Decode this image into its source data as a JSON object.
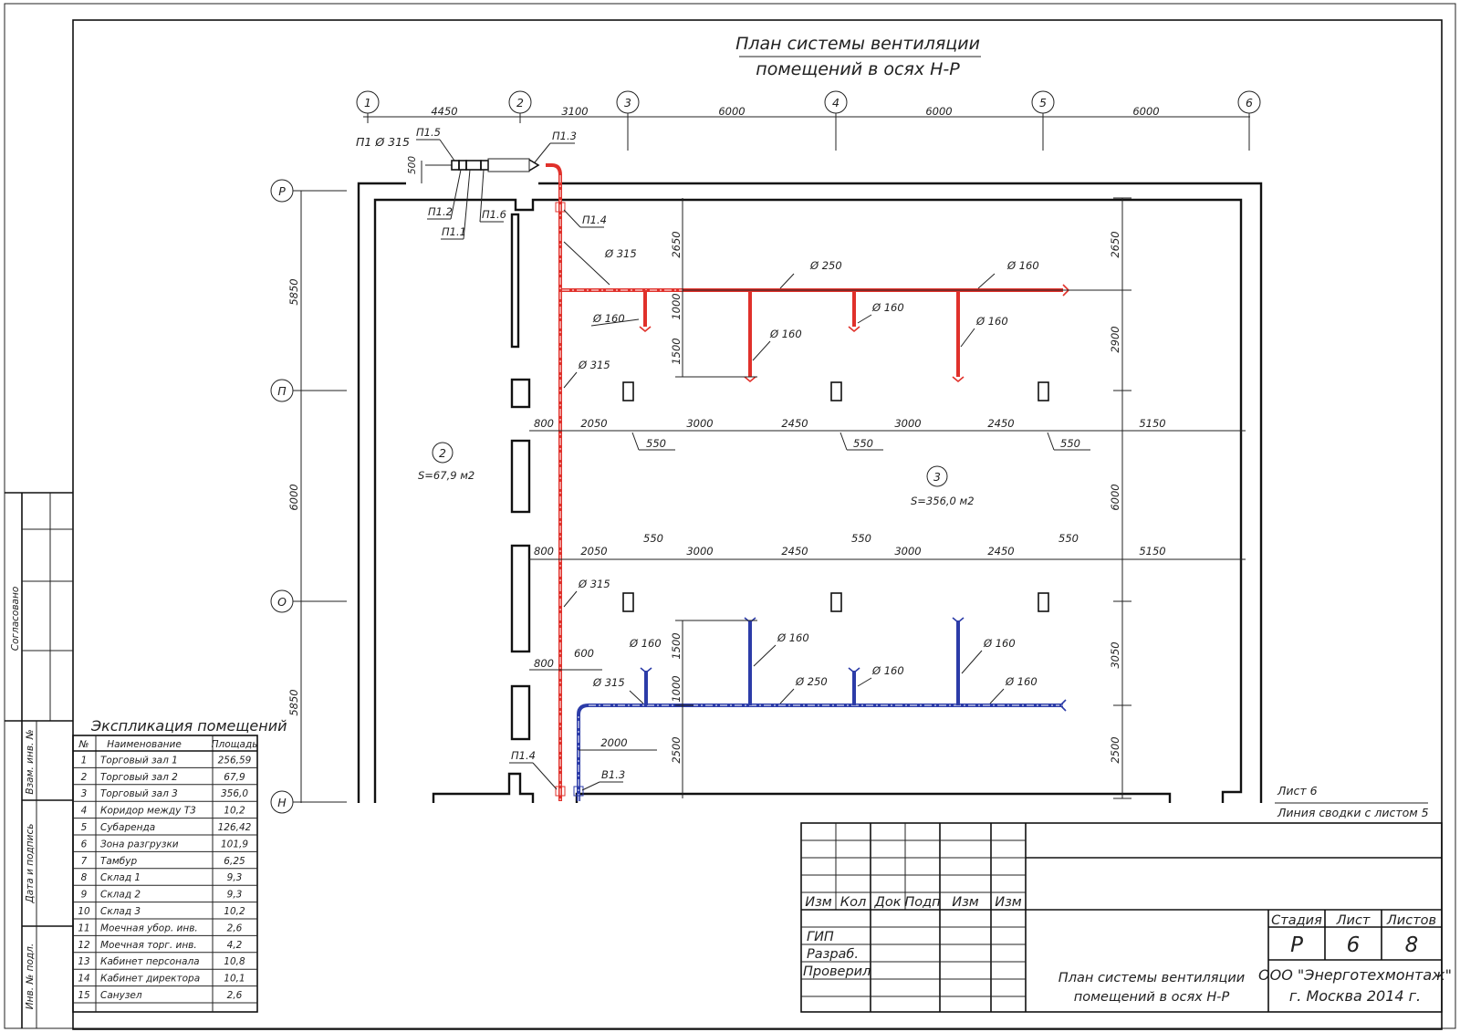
{
  "title": {
    "line1": "План системы вентиляции",
    "line2": "помещений в осях Н-Р"
  },
  "axes_h": [
    {
      "label": "1"
    },
    {
      "label": "2"
    },
    {
      "label": "3"
    },
    {
      "label": "4"
    },
    {
      "label": "5"
    },
    {
      "label": "6"
    }
  ],
  "axes_h_dims": [
    "4450",
    "3100",
    "6000",
    "6000",
    "6000"
  ],
  "axes_v": [
    {
      "label": "Р"
    },
    {
      "label": "П"
    },
    {
      "label": "О"
    },
    {
      "label": "Н"
    }
  ],
  "axes_v_dims": [
    "5850",
    "6000",
    "5850"
  ],
  "equipment": {
    "p1": "П1 Ø 315",
    "p15": "П1.5",
    "p13": "П1.3",
    "p12": "П1.2",
    "p11": "П1.1",
    "p16": "П1.6",
    "p14_top": "П1.4",
    "p14_bot": "П1.4",
    "b13": "В1.3",
    "dim500": "500"
  },
  "rooms": [
    {
      "num": "2",
      "area": "S=67,9 м2"
    },
    {
      "num": "3",
      "area": "S=356,0 м2"
    }
  ],
  "duct_labels": {
    "red_d315_a": "Ø 315",
    "red_d250": "Ø 250",
    "red_d160_end": "Ø 160",
    "red_d160_1": "Ø 160",
    "red_d160_2": "Ø 160",
    "red_d160_3": "Ø 160",
    "red_d160_4": "Ø 160",
    "red_d315_b": "Ø 315",
    "red_d315_c": "Ø 315",
    "blue_d160_1": "Ø 160",
    "blue_d160_2": "Ø 160",
    "blue_d160_3": "Ø 160",
    "blue_d160_4": "Ø 160",
    "blue_d315": "Ø 315",
    "blue_d250": "Ø 250",
    "blue_d160_end": "Ø 160"
  },
  "dims_inner": {
    "top_row": [
      "800",
      "2050",
      "3000",
      "2450",
      "3000",
      "2450",
      "5150"
    ],
    "top_550": [
      "550",
      "550",
      "550"
    ],
    "bot_row": [
      "800",
      "2050",
      "3000",
      "2450",
      "3000",
      "2450",
      "5150"
    ],
    "bot_550": [
      "550",
      "550",
      "550"
    ],
    "v_top_left": [
      "2650",
      "1000",
      "1500"
    ],
    "v_right": [
      "2650",
      "2900",
      "6000",
      "3050",
      "2500"
    ],
    "v_bot_left": [
      "1500",
      "1000",
      "2500"
    ],
    "d800_bot": "800",
    "d600": "600",
    "d2000": "2000"
  },
  "sheet_note": {
    "sheet": "Лист 6",
    "junction": "Линия сводки с листом 5"
  },
  "explication": {
    "title": "Экспликация помещений",
    "headers": [
      "№",
      "Наименование",
      "Площадь"
    ],
    "rows": [
      [
        "1",
        "Торговый зал 1",
        "256,59"
      ],
      [
        "2",
        "Торговый зал 2",
        "67,9"
      ],
      [
        "3",
        "Торговый зал 3",
        "356,0"
      ],
      [
        "4",
        "Коридор между Т3",
        "10,2"
      ],
      [
        "5",
        "Субаренда",
        "126,42"
      ],
      [
        "6",
        "Зона разгрузки",
        "101,9"
      ],
      [
        "7",
        "Тамбур",
        "6,25"
      ],
      [
        "8",
        "Склад 1",
        "9,3"
      ],
      [
        "9",
        "Склад 2",
        "9,3"
      ],
      [
        "10",
        "Склад 3",
        "10,2"
      ],
      [
        "11",
        "Моечная убор. инв.",
        "2,6"
      ],
      [
        "12",
        "Моечная торг. инв.",
        "4,2"
      ],
      [
        "13",
        "Кабинет персонала",
        "10,8"
      ],
      [
        "14",
        "Кабинет директора",
        "10,1"
      ],
      [
        "15",
        "Санузел",
        "2,6"
      ]
    ]
  },
  "side_stamps": {
    "agreed": "Согласовано",
    "inv_replace": "Взам. инв. №",
    "date_sign": "Дата и подпись",
    "inv_orig": "Инв. № подл."
  },
  "title_block": {
    "cols": [
      "Изм",
      "Кол",
      "Док",
      "Подп",
      "Изм",
      "Изм"
    ],
    "roles": [
      "ГИП",
      "Разраб.",
      "Проверил"
    ],
    "stage_hdr": "Стадия",
    "sheet_hdr": "Лист",
    "sheets_hdr": "Листов",
    "stage": "Р",
    "sheet": "6",
    "sheets": "8",
    "name1": "План системы вентиляции",
    "name2": "помещений в осях Н-Р",
    "org1": "ООО \"Энерготехмонтаж\"",
    "org2": "г. Москва 2014 г."
  }
}
